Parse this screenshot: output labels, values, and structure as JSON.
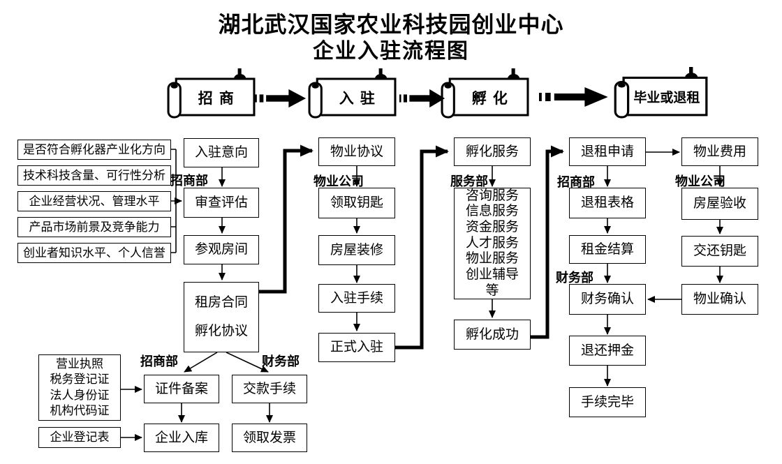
{
  "title": {
    "line1": "湖北武汉国家农业科技园创业中心",
    "line2": "企业入驻流程图"
  },
  "stages": [
    {
      "label": "招 商"
    },
    {
      "label": "入 驻"
    },
    {
      "label": "孵 化"
    },
    {
      "label": "毕业或退租"
    }
  ],
  "criteria": [
    "是否符合孵化器产业化方向",
    "技术科技含量、可行性分析",
    "企业经营状况、管理水平",
    "产品市场前景及竞争能力",
    "创业者知识水平、个人信誉"
  ],
  "labels": {
    "recruit_dept_top": "招商部",
    "property_co_left": "物业公司",
    "service_dept": "服务部",
    "recruit_dept_right": "招商部",
    "finance_dept_right": "财务部",
    "property_co_right": "物业公司",
    "recruit_dept_bottom": "招商部",
    "finance_dept_bottom": "财务部"
  },
  "nodes": {
    "intent": "入驻意向",
    "review": "审查评估",
    "visit": "参观房间",
    "contract": [
      "租房合同",
      "孵化协议"
    ],
    "property_agreement": "物业协议",
    "get_keys": "领取钥匙",
    "renovation": "房屋装修",
    "checkin_procedure": "入驻手续",
    "official_checkin": "正式入驻",
    "incubation_service": "孵化服务",
    "services": [
      "咨询服务",
      "信息服务",
      "资金服务",
      "人才服务",
      "物业服务",
      "创业辅导",
      "等"
    ],
    "incubation_success": "孵化成功",
    "refund_apply": "退租申请",
    "refund_form": "退租表格",
    "rent_settlement": "租金结算",
    "finance_confirm": "财务确认",
    "deposit_return": "退还押金",
    "procedure_complete": "手续完毕",
    "property_fee": "物业费用",
    "house_inspection": "房屋验收",
    "return_keys": "交还钥匙",
    "property_confirm": "物业确认",
    "docs": [
      "营业执照",
      "税务登记证",
      "法人身份证",
      "机构代码证"
    ],
    "registration_form": "企业登记表",
    "certificate_record": "证件备案",
    "payment_procedure": "交款手续",
    "company_entry": "企业入库",
    "get_invoice": "领取发票"
  },
  "colors": {
    "line": "#000000",
    "background": "#ffffff"
  }
}
